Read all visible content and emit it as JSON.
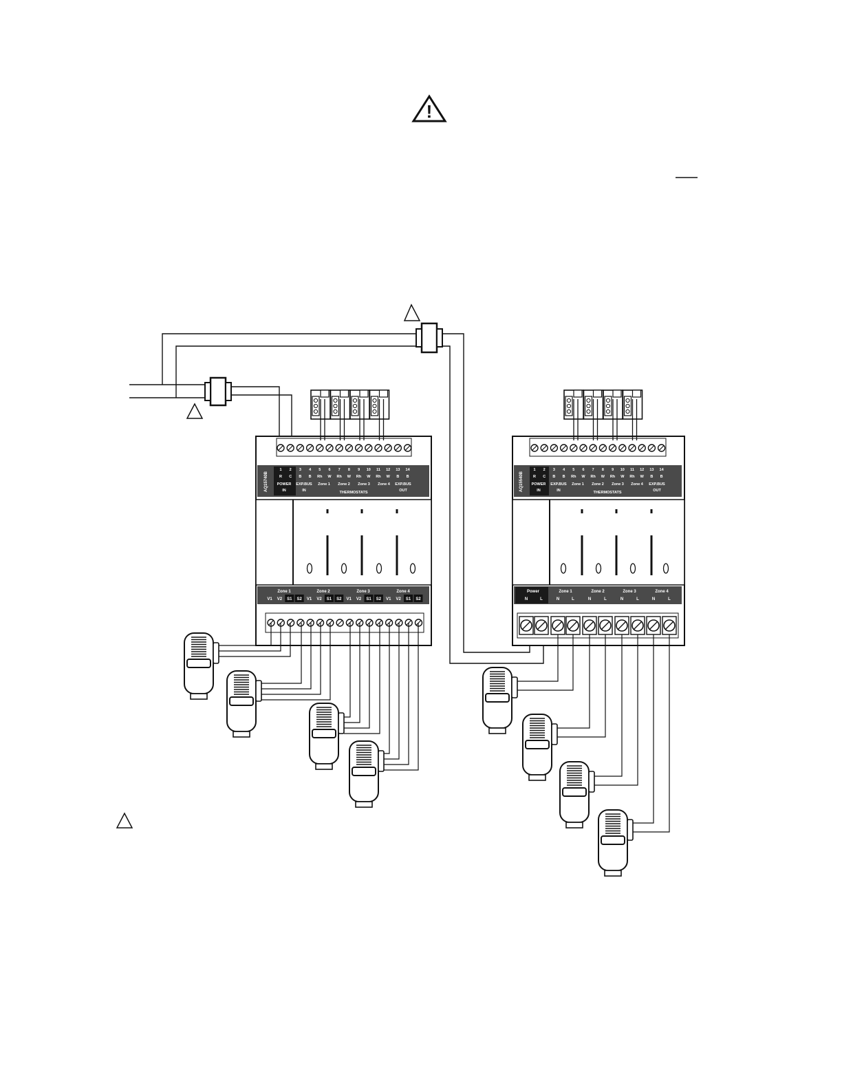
{
  "warning_symbol": "!",
  "note_markers": [
    "",
    "",
    ""
  ],
  "left_module": {
    "model": "AQ15740B",
    "top_terminal_numbers": [
      "1",
      "2",
      "3",
      "4",
      "5",
      "6",
      "7",
      "8",
      "9",
      "10",
      "11",
      "12",
      "13",
      "14"
    ],
    "top_terminal_letters": [
      "R",
      "C",
      "B",
      "B",
      "Rh",
      "W",
      "Rh",
      "W",
      "Rh",
      "W",
      "Rh",
      "W",
      "B",
      "B"
    ],
    "top_groups": [
      "POWER\nIN",
      "EXP.BUS\nIN",
      "Zone 1",
      "Zone 2",
      "Zone 3",
      "Zone 4",
      "EXP.BUS\nOUT"
    ],
    "thermostats_label": "THERMOSTATS",
    "bottom_zones": [
      "Zone 1",
      "Zone 2",
      "Zone 3",
      "Zone 4"
    ],
    "bottom_terminals": [
      "V1",
      "V2",
      "S1",
      "S2",
      "V1",
      "V2",
      "S1",
      "S2",
      "V1",
      "V2",
      "S1",
      "S2",
      "V1",
      "V2",
      "S1",
      "S2"
    ]
  },
  "right_module": {
    "model": "AQ15540B",
    "top_terminal_numbers": [
      "1",
      "2",
      "3",
      "4",
      "5",
      "6",
      "7",
      "8",
      "9",
      "10",
      "11",
      "12",
      "13",
      "14"
    ],
    "top_terminal_letters": [
      "R",
      "C",
      "B",
      "B",
      "Rh",
      "W",
      "Rh",
      "W",
      "Rh",
      "W",
      "Rh",
      "W",
      "B",
      "B"
    ],
    "top_groups": [
      "POWER\nIN",
      "EXP.BUS\nIN",
      "Zone 1",
      "Zone 2",
      "Zone 3",
      "Zone 4",
      "EXP.BUS\nOUT"
    ],
    "thermostats_label": "THERMOSTATS",
    "power_label": "Power",
    "bottom_zones": [
      "Zone 1",
      "Zone 2",
      "Zone 3",
      "Zone 4"
    ],
    "bottom_terminals": [
      "N",
      "L",
      "N",
      "L",
      "N",
      "L",
      "N",
      "L",
      "N",
      "L"
    ]
  },
  "icons": [
    "warning-triangle-icon",
    "note-triangle-icon",
    "wire-connector-icon",
    "actuator-icon",
    "thermostat-connector-icon"
  ]
}
